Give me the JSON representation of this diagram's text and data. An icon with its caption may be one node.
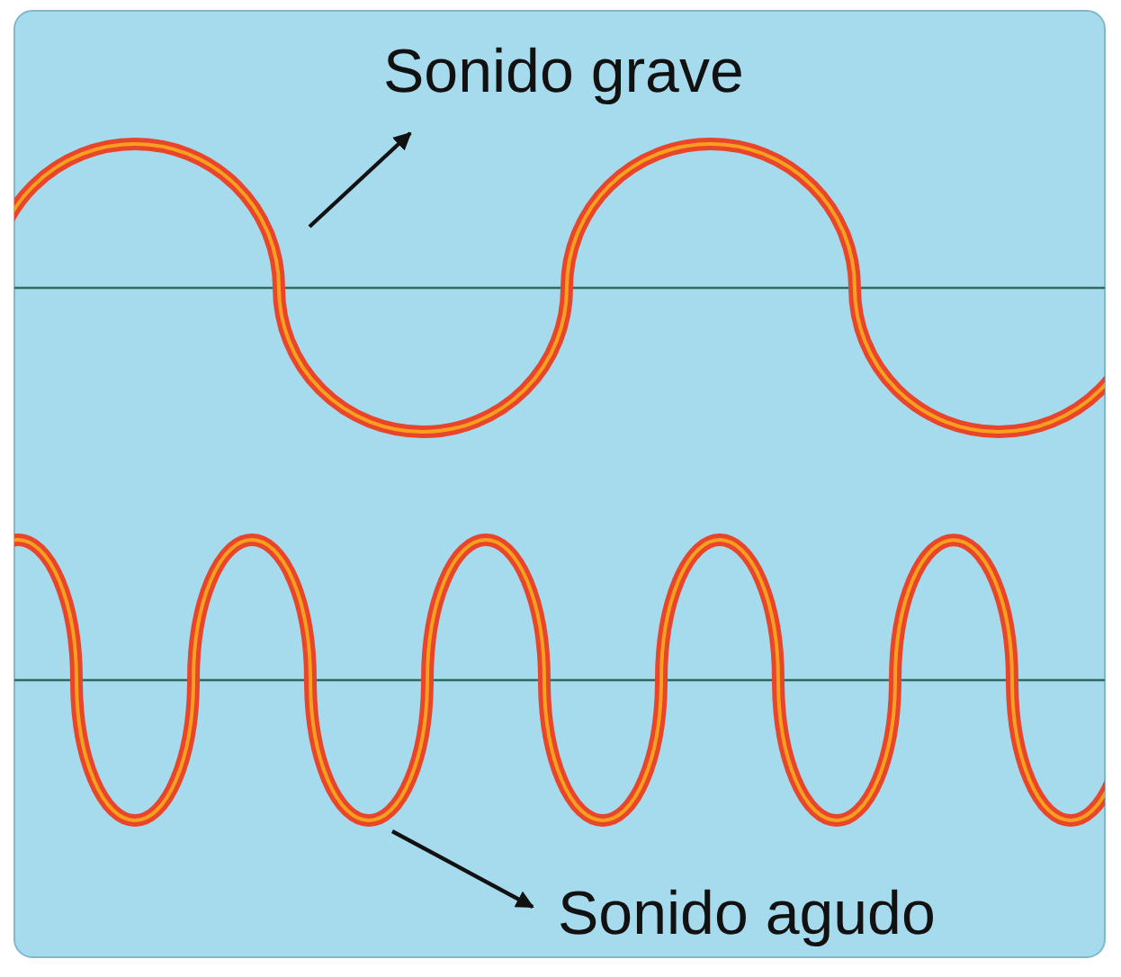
{
  "diagram": {
    "nodes": [
      {
        "text": [
          "Sonido grave"
        ]
      },
      {
        "text": [],
        "shape": "wave"
      },
      {
        "text": [],
        "shape": "wave"
      },
      {
        "text": [
          "Sonido agudo"
        ]
      }
    ],
    "edges": [
      {
        "from": 1,
        "to": 0,
        "arrow": "to"
      },
      {
        "from": 2,
        "to": 3,
        "arrow": "to"
      }
    ]
  }
}
